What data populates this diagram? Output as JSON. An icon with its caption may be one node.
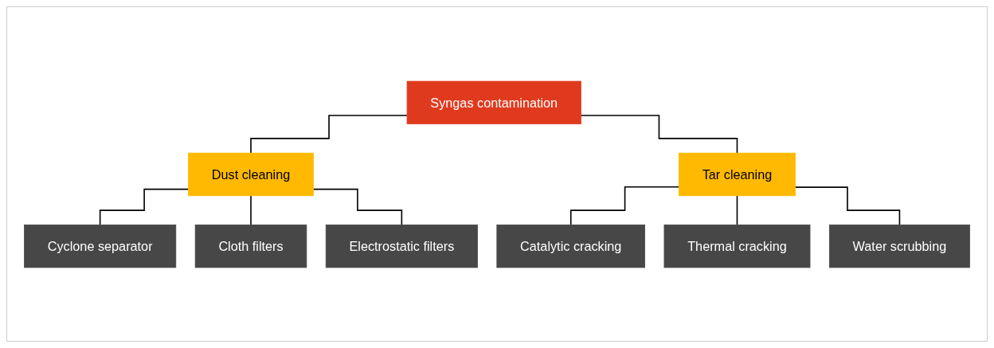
{
  "diagram": {
    "nodes": [
      {
        "text": [
          "Syngas contamination"
        ]
      },
      {
        "text": [
          "Dust cleaning"
        ]
      },
      {
        "text": [
          "Tar cleaning"
        ]
      },
      {
        "text": [
          "Cyclone separator"
        ]
      },
      {
        "text": [
          "Cloth filters"
        ]
      },
      {
        "text": [
          "Electrostatic filters"
        ]
      },
      {
        "text": [
          "Catalytic cracking"
        ]
      },
      {
        "text": [
          "Thermal cracking"
        ]
      },
      {
        "text": [
          "Water scrubbing"
        ]
      }
    ],
    "edges": [
      {
        "from": 0,
        "to": 1,
        "arrow": "none"
      },
      {
        "from": 0,
        "to": 2,
        "arrow": "none"
      },
      {
        "from": 1,
        "to": 3,
        "arrow": "none"
      },
      {
        "from": 1,
        "to": 4,
        "arrow": "none"
      },
      {
        "from": 1,
        "to": 5,
        "arrow": "none"
      },
      {
        "from": 2,
        "to": 6,
        "arrow": "none"
      },
      {
        "from": 2,
        "to": 7,
        "arrow": "none"
      },
      {
        "from": 2,
        "to": 8,
        "arrow": "none"
      }
    ]
  }
}
